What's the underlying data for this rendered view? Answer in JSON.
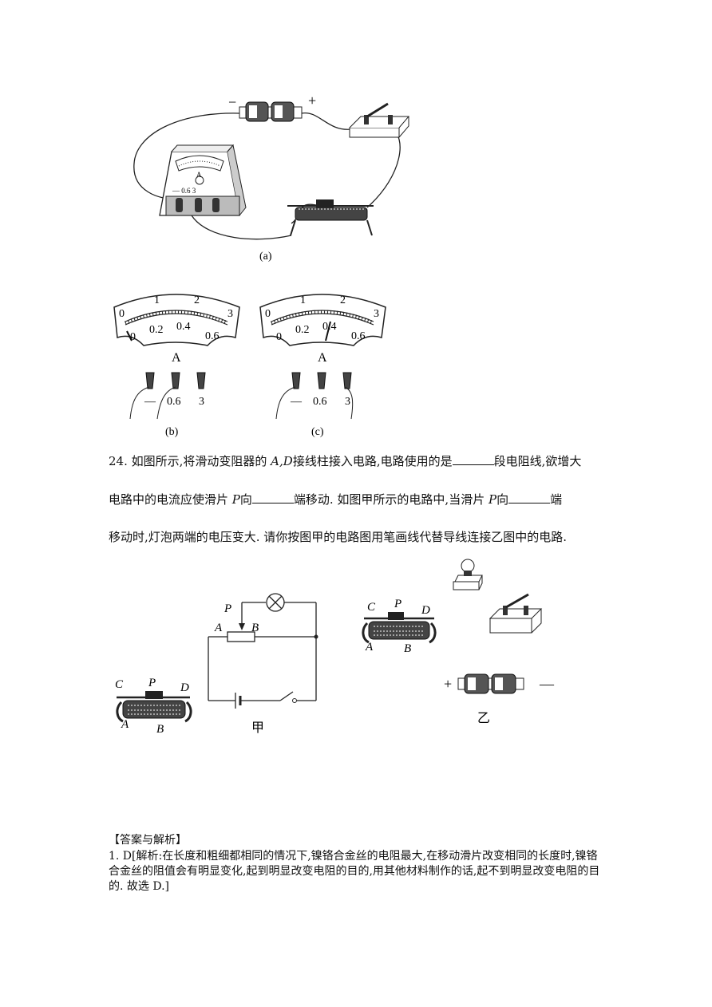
{
  "figure_a": {
    "minus_sign": "−",
    "plus_sign": "+",
    "meter_letter": "A",
    "terminal_labels": "— 0.6  3",
    "caption": "(a)"
  },
  "figure_b": {
    "top_scale": [
      "0",
      "1",
      "2",
      "3"
    ],
    "bottom_scale": [
      "0",
      "0.2",
      "0.4",
      "0.6"
    ],
    "meter_letter": "A",
    "terminal_minus": "—",
    "terminal_06": "0.6",
    "terminal_3": "3",
    "caption": "(b)"
  },
  "figure_c": {
    "top_scale": [
      "0",
      "1",
      "2",
      "3"
    ],
    "bottom_scale": [
      "0",
      "0.2",
      "0.4",
      "0.6"
    ],
    "meter_letter": "A",
    "terminal_minus": "—",
    "terminal_06": "0.6",
    "terminal_3": "3",
    "caption": "(c)"
  },
  "question24": {
    "line1_a": "24. 如图所示,将滑动变阻器的 ",
    "line1_var": "A,D",
    "line1_b": "接线柱接入电路,电路使用的是",
    "line1_c": "段电阻线,欲增大",
    "line2_a": "电路中的电流应使滑片 ",
    "line2_var1": "P",
    "line2_b": "向",
    "line2_c": "端移动. 如图甲所示的电路中,当滑片 ",
    "line2_var2": "P",
    "line2_d": "向",
    "line2_e": "端",
    "line3": "移动时,灯泡两端的电压变大. 请你按图甲的电路图用笔画线代替导线连接乙图中的电路."
  },
  "figure_jia": {
    "label_P": "P",
    "label_A": "A",
    "label_B": "B",
    "caption": "甲"
  },
  "rheostat_left": {
    "C": "C",
    "P": "P",
    "D": "D",
    "A": "A",
    "B": "B"
  },
  "rheostat_right": {
    "C": "C",
    "P": "P",
    "D": "D",
    "A": "A",
    "B": "B"
  },
  "figure_yi": {
    "plus_sign": "+",
    "minus_sign": "—",
    "caption": "乙"
  },
  "answers": {
    "heading": "【答案与解析】",
    "text": "1. D[解析:在长度和粗细都相同的情况下,镍铬合金丝的电阻最大,在移动滑片改变相同的长度时,镍铬合金丝的阻值会有明显变化,起到明显改变电阻的目的,用其他材料制作的话,起不到明显改变电阻的目的. 故选 D.]"
  }
}
